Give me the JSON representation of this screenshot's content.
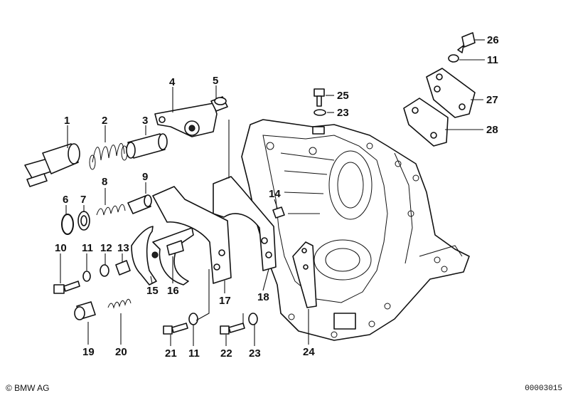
{
  "labels": {
    "p1": "1",
    "p2": "2",
    "p3": "3",
    "p4": "4",
    "p5": "5",
    "p6": "6",
    "p7": "7",
    "p8": "8",
    "p9": "9",
    "p10": "10",
    "p11a": "11",
    "p12": "12",
    "p13": "13",
    "p14": "14",
    "p15": "15",
    "p16": "16",
    "p17": "17",
    "p18": "18",
    "p19": "19",
    "p20": "20",
    "p21": "21",
    "p11b": "11",
    "p22": "22",
    "p23a": "23",
    "p24": "24",
    "p25": "25",
    "p23b": "23",
    "p26": "26",
    "p11c": "11",
    "p27": "27",
    "p28": "28"
  },
  "footer": {
    "copyright": "© BMW AG",
    "drawing_number": "00003015"
  }
}
